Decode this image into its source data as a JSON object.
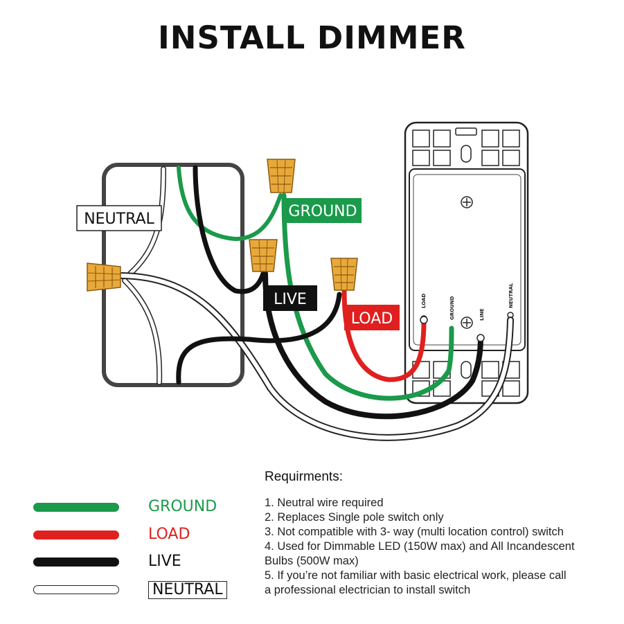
{
  "title": "INSTALL DIMMER",
  "diagram": {
    "labels": {
      "neutral": "NEUTRAL",
      "ground": "GROUND",
      "live": "LIVE",
      "load": "LOAD"
    },
    "terminals": {
      "load": "LOAD",
      "ground": "GROUND",
      "line": "LINE",
      "neutral": "NEUTRAL"
    },
    "wire_colors": {
      "ground": "#1a9a4a",
      "load": "#e0201e",
      "live": "#111111",
      "neutral": "#ffffff",
      "connector": "#e9a93a"
    }
  },
  "requirements": {
    "heading": "Requirments:",
    "items": [
      "1. Neutral wire required",
      "2. Replaces Single pole switch only",
      "3. Not compatible with 3- way (multi location control) switch",
      "4. Used for Dimmable LED (150W max) and All Incandescent",
      "Bulbs (500W max)",
      "5. If you’re not familiar with basic electrical work, please call",
      "a professional electrician to install switch"
    ]
  },
  "legend": [
    {
      "label": "GROUND",
      "color": "#1a9a4a",
      "text_color": "#1a9a4a"
    },
    {
      "label": "LOAD",
      "color": "#e0201e",
      "text_color": "#e0201e"
    },
    {
      "label": "LIVE",
      "color": "#111111",
      "text_color": "#111111"
    },
    {
      "label": "NEUTRAL",
      "color": "#ffffff",
      "text_color": "#111111"
    }
  ]
}
